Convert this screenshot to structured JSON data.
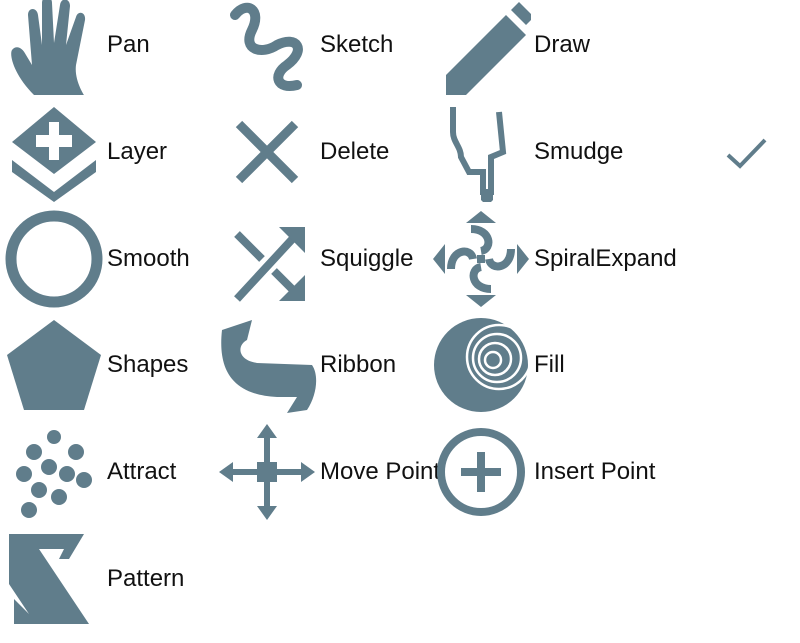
{
  "icon_color": "#607d8b",
  "tools": [
    {
      "label": "Pan",
      "icon": "hand-icon"
    },
    {
      "label": "Sketch",
      "icon": "squiggle-line-icon"
    },
    {
      "label": "Draw",
      "icon": "pencil-icon"
    },
    {
      "label": "Layer",
      "icon": "layer-icon"
    },
    {
      "label": "Delete",
      "icon": "x-icon"
    },
    {
      "label": "Smudge",
      "icon": "pointing-hand-icon"
    },
    {
      "label": "Smooth",
      "icon": "circle-icon"
    },
    {
      "label": "Squiggle",
      "icon": "shuffle-icon"
    },
    {
      "label": "SpiralExpand",
      "icon": "spiral-expand-icon"
    },
    {
      "label": "Shapes",
      "icon": "pentagon-icon"
    },
    {
      "label": "Ribbon",
      "icon": "ribbon-icon"
    },
    {
      "label": "Fill",
      "icon": "fill-icon"
    },
    {
      "label": "Attract",
      "icon": "dots-icon"
    },
    {
      "label": "Move Point",
      "icon": "move-icon"
    },
    {
      "label": "Insert Point",
      "icon": "plus-circle-icon"
    },
    {
      "label": "Pattern",
      "icon": "pattern-icon"
    }
  ],
  "selected_tool": "Smudge"
}
